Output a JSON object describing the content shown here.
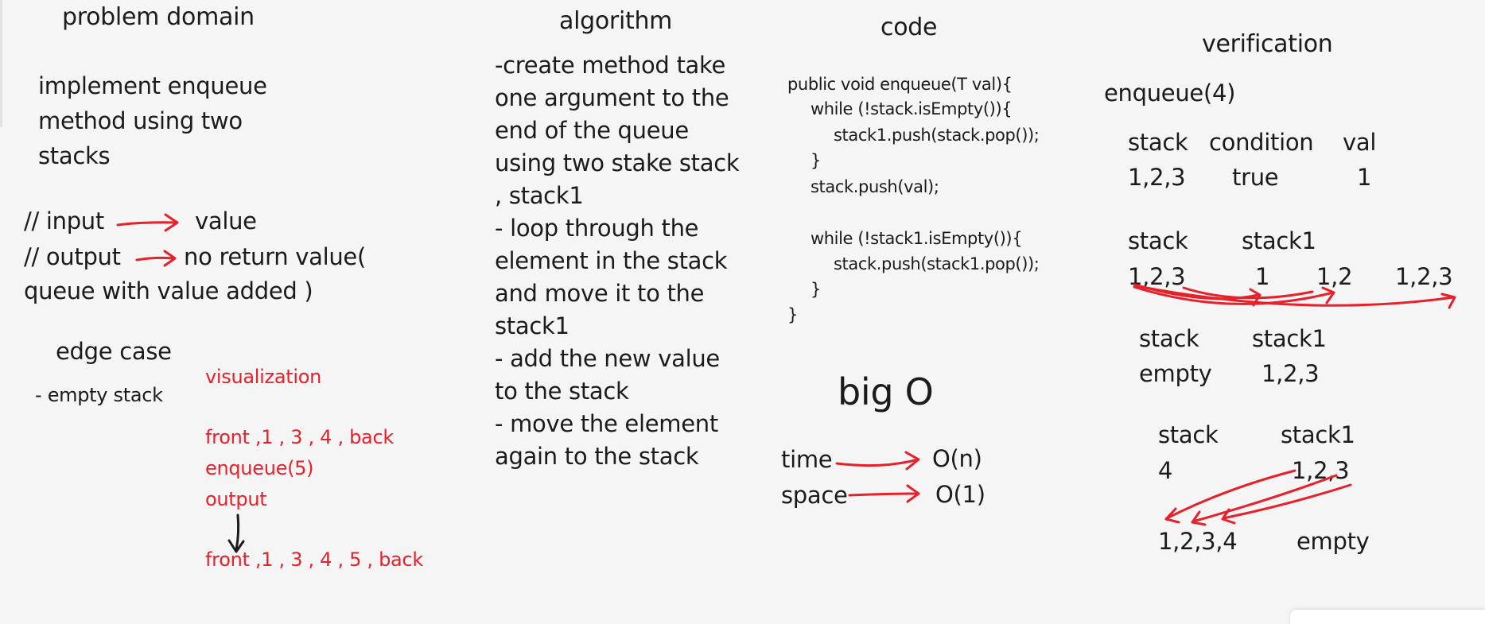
{
  "problem": {
    "heading": "problem domain",
    "description": [
      "implement enqueue",
      "method using two",
      "stacks"
    ],
    "input_label": "// input",
    "input_value": "value",
    "output_label": "// output",
    "output_value": "no return value(",
    "output_value_cont": "queue with value added )",
    "edge_heading": "edge case",
    "edge_item": "- empty stack"
  },
  "visualization": {
    "heading": "visualization",
    "before": "front ,1 , 3 , 4 , back",
    "call": "enqueue(5)",
    "output": "output",
    "after": "front ,1 , 3 , 4 , 5 , back"
  },
  "algorithm": {
    "heading": "algorithm",
    "lines": [
      "-create method take",
      "one argument to the",
      "end of the queue",
      "using two stake stack",
      ", stack1",
      "- loop through the",
      "element in the stack",
      "and move it to the",
      "stack1",
      "- add the new value",
      "to the stack",
      "- move the element",
      "again to the stack"
    ]
  },
  "code": {
    "heading": "code",
    "lines": [
      "public void enqueue(T val){",
      "while (!stack.isEmpty()){",
      "stack1.push(stack.pop());",
      "}",
      "stack.push(val);",
      "while (!stack1.isEmpty()){",
      "stack.push(stack1.pop());",
      "}",
      "}"
    ]
  },
  "bigo": {
    "heading": "big O",
    "time_label": "time",
    "time_value": "O(n)",
    "space_label": "space",
    "space_value": "O(1)"
  },
  "verification": {
    "heading": "verification",
    "call": "enqueue(4)",
    "table1": {
      "headers": [
        "stack",
        "condition",
        "val"
      ],
      "values": [
        "1,2,3",
        "true",
        "1"
      ]
    },
    "table2": {
      "headers": [
        "stack",
        "stack1"
      ],
      "values": [
        "1,2,3",
        "1",
        "1,2",
        "1,2,3"
      ]
    },
    "table3": {
      "headers": [
        "stack",
        "stack1"
      ],
      "values": [
        "empty",
        "1,2,3"
      ]
    },
    "table4": {
      "headers": [
        "stack",
        "stack1"
      ],
      "values": [
        "4",
        "1,2,3",
        "1,2,3,4",
        "empty"
      ]
    }
  },
  "colors": {
    "ink": "#1b1b1b",
    "accent": "#e8202a",
    "background": "#f5f5f6"
  }
}
